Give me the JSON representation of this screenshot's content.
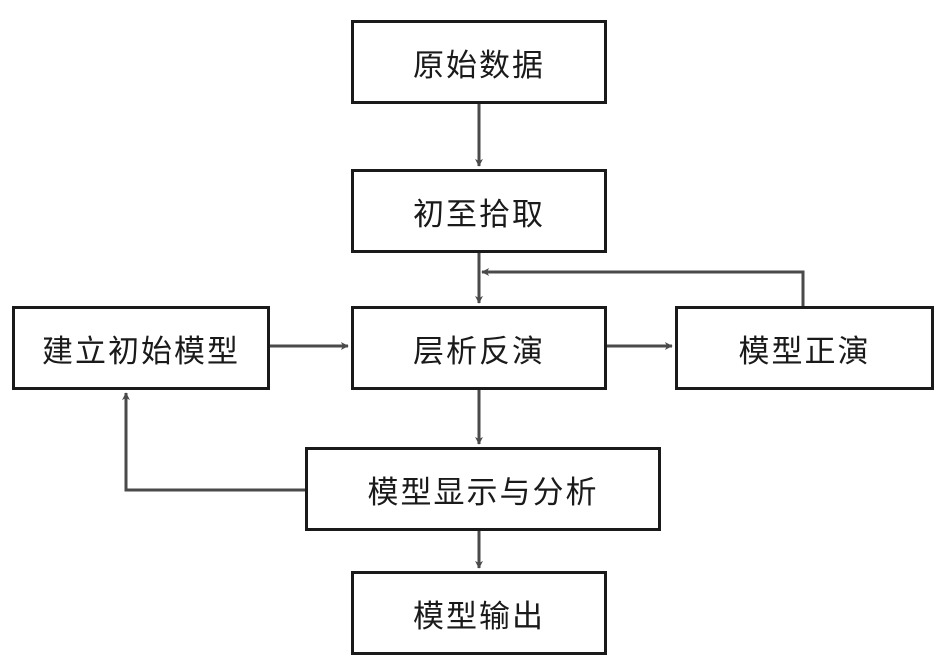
{
  "diagram": {
    "nodes": {
      "raw_data": "原始数据",
      "first_break_picking": "初至拾取",
      "build_initial_model": "建立初始模型",
      "tomographic_inversion": "层析反演",
      "forward_modeling": "模型正演",
      "model_display_analysis": "模型显示与分析",
      "model_output": "模型输出"
    },
    "edges": [
      {
        "from": "raw_data",
        "to": "first_break_picking"
      },
      {
        "from": "first_break_picking",
        "to": "tomographic_inversion"
      },
      {
        "from": "build_initial_model",
        "to": "tomographic_inversion"
      },
      {
        "from": "tomographic_inversion",
        "to": "forward_modeling"
      },
      {
        "from": "forward_modeling",
        "to": "tomographic_inversion"
      },
      {
        "from": "tomographic_inversion",
        "to": "model_display_analysis"
      },
      {
        "from": "model_display_analysis",
        "to": "build_initial_model"
      },
      {
        "from": "model_display_analysis",
        "to": "model_output"
      }
    ],
    "colors": {
      "line": "#4a4a4a",
      "border": "#1a1a1a",
      "background": "#ffffff"
    }
  }
}
